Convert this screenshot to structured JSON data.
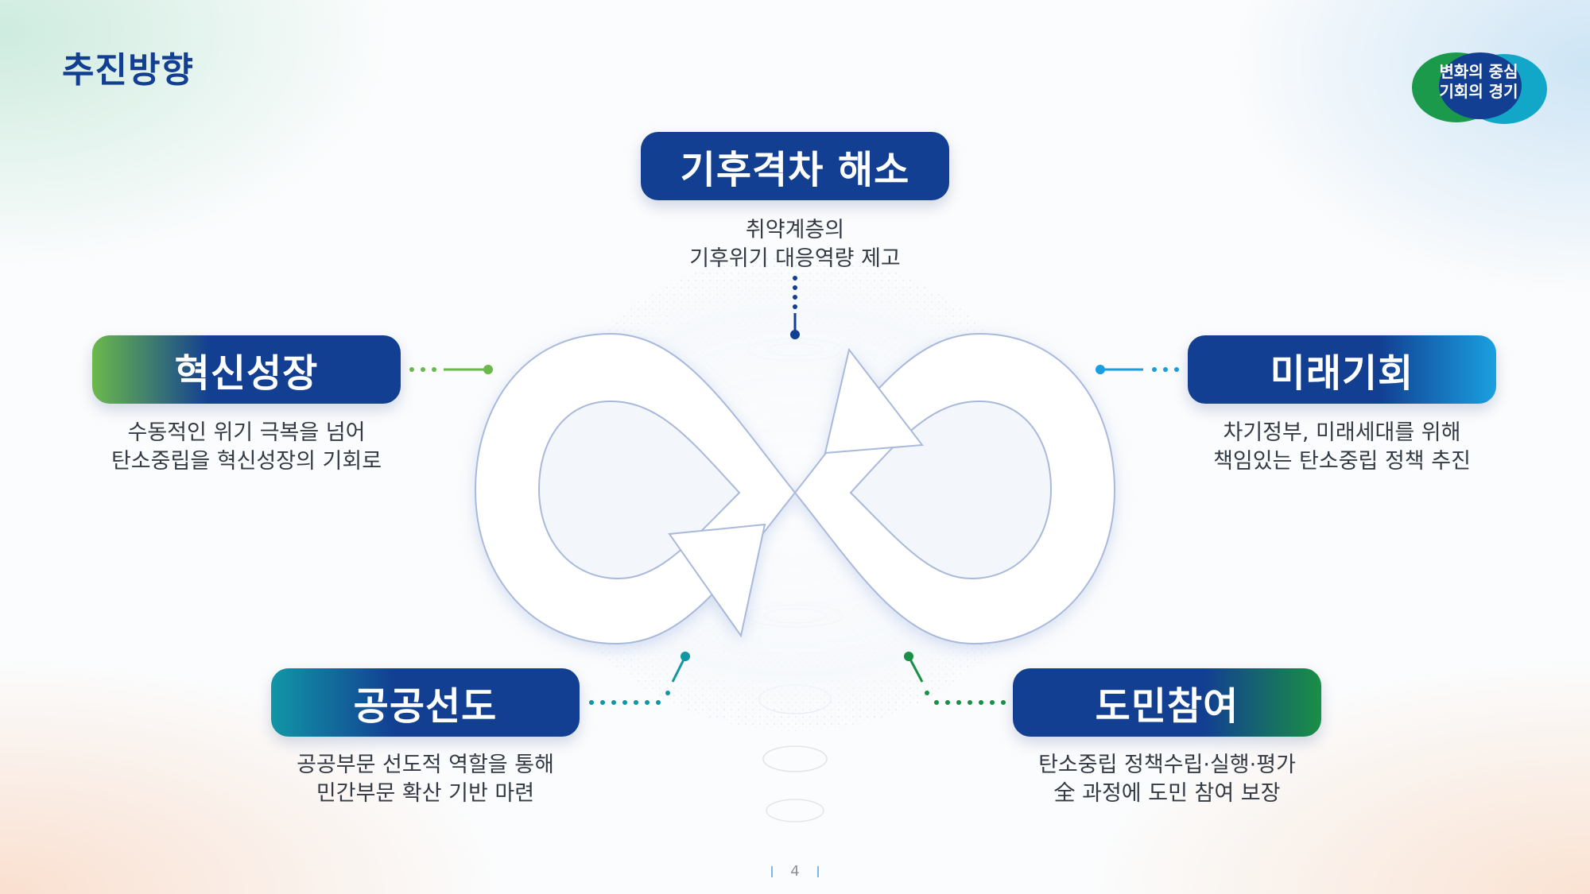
{
  "page": {
    "title": "추진방향",
    "page_number": "4"
  },
  "logo": {
    "line1": "변화의 중심",
    "line2": "기회의 경기",
    "colors": [
      "#1a9a4a",
      "#12a7c9",
      "#123f92"
    ]
  },
  "center": {
    "symbol": "infinity-arrows-icon"
  },
  "items": [
    {
      "id": "top",
      "label": "기후격차 해소",
      "desc": [
        "취약계층의",
        "기후위기 대응역량 제고"
      ],
      "colors": [
        "#123f92",
        "#123f92"
      ]
    },
    {
      "id": "left",
      "label": "혁신성장",
      "desc": [
        "수동적인 위기 극복을 넘어",
        "탄소중립을 혁신성장의 기회로"
      ],
      "colors": [
        "#6bb94c",
        "#123f92"
      ]
    },
    {
      "id": "right",
      "label": "미래기회",
      "desc": [
        "차기정부, 미래세대를 위해",
        "책임있는 탄소중립 정책 추진"
      ],
      "colors": [
        "#123f92",
        "#1aa0e0"
      ]
    },
    {
      "id": "bottom-left",
      "label": "공공선도",
      "desc": [
        "공공부문 선도적 역할을 통해",
        "민간부문 확산 기반 마련"
      ],
      "colors": [
        "#1196a6",
        "#123f92"
      ]
    },
    {
      "id": "bottom-right",
      "label": "도민참여",
      "desc": [
        "탄소중립 정책수립·실행·평가",
        "全 과정에 도민 참여 보장"
      ],
      "colors": [
        "#123f92",
        "#1a8f45"
      ]
    }
  ]
}
